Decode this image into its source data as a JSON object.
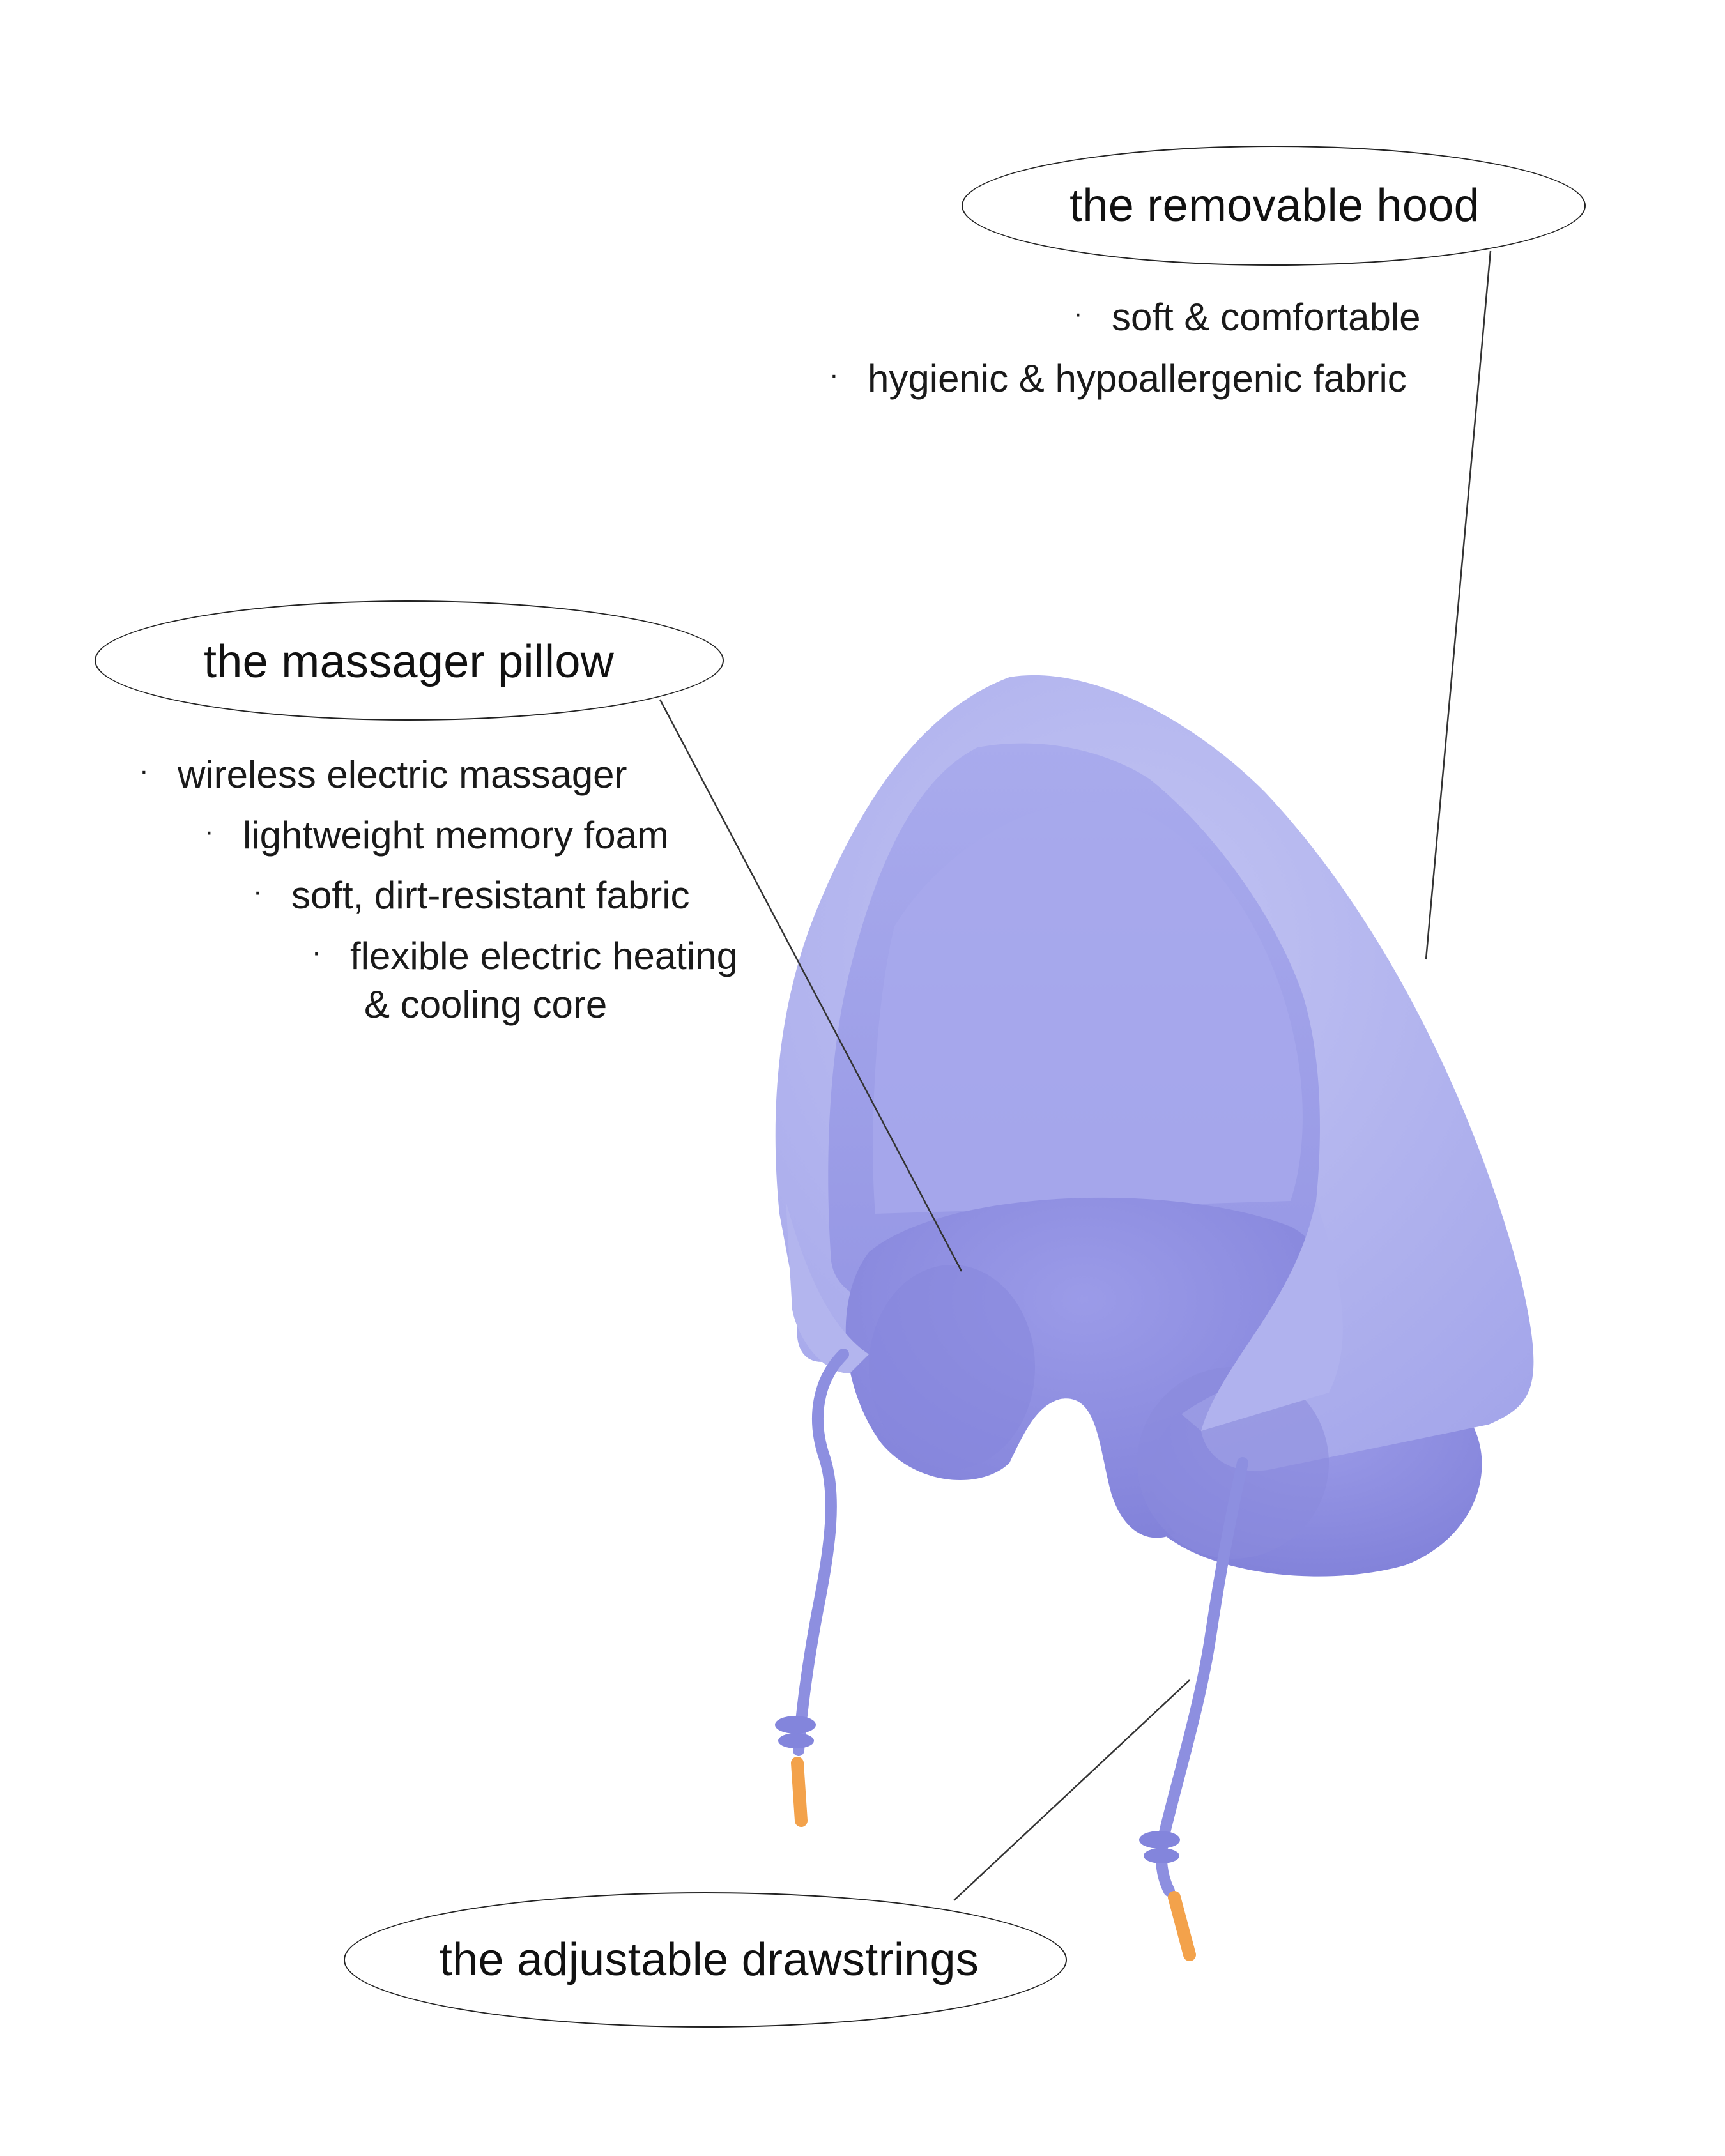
{
  "callouts": {
    "hood": {
      "title": "the removable hood",
      "features": [
        "soft & comfortable",
        "hygienic & hypoallergenic fabric"
      ]
    },
    "pillow": {
      "title": "the massager pillow",
      "features": [
        "wireless electric massager",
        "lightweight memory foam",
        "soft, dirt-resistant fabric",
        "flexible electric heating",
        "& cooling core"
      ]
    },
    "drawstrings": {
      "title": "the adjustable drawstrings"
    }
  },
  "bullet_symbol": "·",
  "colors": {
    "hood_light": "#b7b9ef",
    "hood_mid": "#a6a8ea",
    "hood_inner": "#9c9de6",
    "pillow": "#8f8fe2",
    "pillow_shadow": "#7b7bd6",
    "string": "#8d8fe0",
    "tip": "#f3a24b",
    "leader_line": "#333333"
  }
}
